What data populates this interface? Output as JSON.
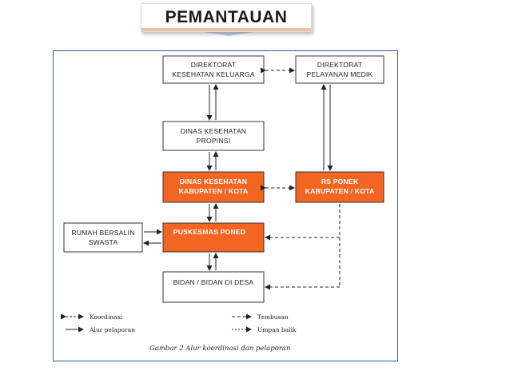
{
  "slide_title": "PEMANTAUAN",
  "colors": {
    "highlight": "#f26522",
    "frame": "#2a5aa0",
    "node_border": "#333333"
  },
  "nodes": {
    "direktorat_kesga": [
      "DIREKTORAT",
      "KESEHATAN KELUARGA"
    ],
    "direktorat_yanmed": [
      "DIREKTORAT",
      "PELAYANAN MEDIK"
    ],
    "dinkes_propinsi": [
      "DINAS KESEHATAN",
      "PROPINSI"
    ],
    "dinkes_kabkota": [
      "DINAS KESEHATAN",
      "KABUPATEN / KOTA"
    ],
    "rs_ponek": [
      "RS PONEK",
      "KABUPATEN / KOTA"
    ],
    "rumah_bersalin": [
      "RUMAH BERSALIN",
      "SWASTA"
    ],
    "puskesmas_poned": [
      "PUSKESMAS PONED"
    ],
    "bidan_desa": [
      "BIDAN / BIDAN DI DESA"
    ]
  },
  "legend": {
    "koordinasi": "Koordinasi",
    "alur_pelaporan": "Alur pelaporan",
    "tembusan": "Tembusan",
    "umpan_balik": "Umpan balik"
  },
  "caption": "Gambar 2  Alur koordinasi dan pelaporan"
}
